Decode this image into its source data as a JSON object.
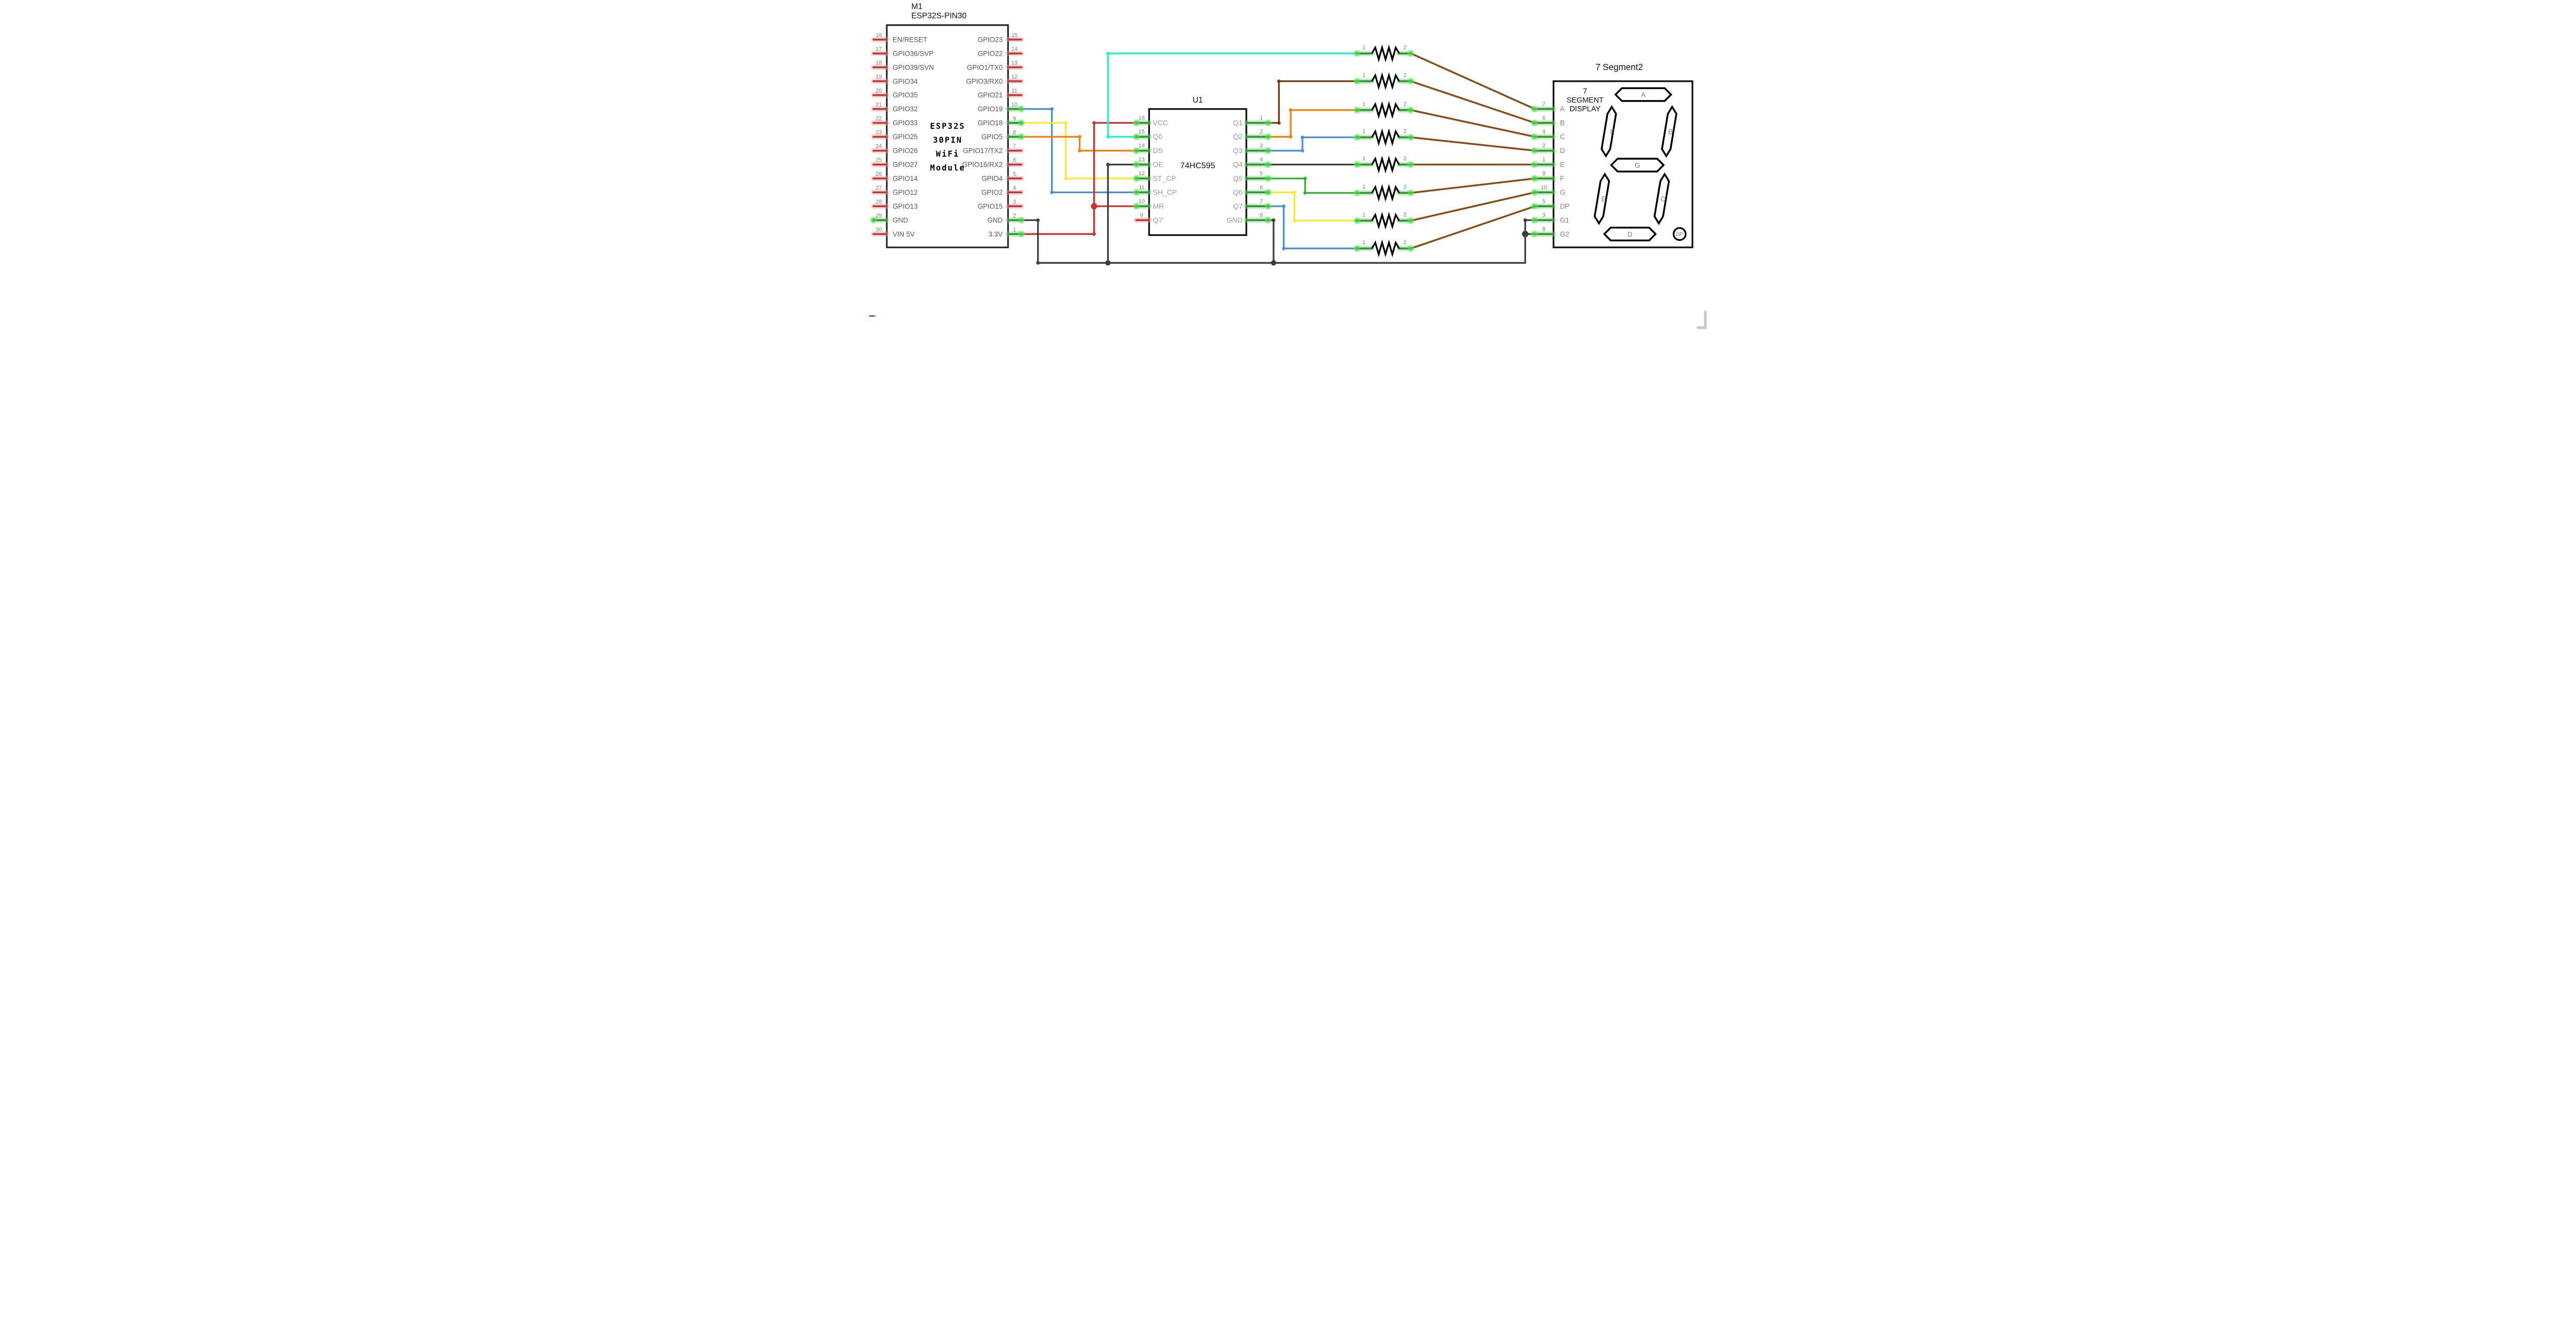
{
  "esp32": {
    "ref": "M1",
    "part": "ESP32S-PIN30",
    "center_lines": [
      "ESP32S",
      "30PIN",
      "WiFi",
      "Module"
    ],
    "left_pins": [
      {
        "num": "16",
        "label": "EN/RESET",
        "conn": false
      },
      {
        "num": "17",
        "label": "GPIO36/SVP",
        "conn": false
      },
      {
        "num": "18",
        "label": "GPIO39/SVN",
        "conn": false
      },
      {
        "num": "19",
        "label": "GPIO34",
        "conn": false
      },
      {
        "num": "20",
        "label": "GPIO35",
        "conn": false
      },
      {
        "num": "21",
        "label": "GPIO32",
        "conn": false
      },
      {
        "num": "22",
        "label": "GPIO33",
        "conn": false
      },
      {
        "num": "23",
        "label": "GPIO25",
        "conn": false
      },
      {
        "num": "24",
        "label": "GPIO26",
        "conn": false
      },
      {
        "num": "25",
        "label": "GPIO27",
        "conn": false
      },
      {
        "num": "26",
        "label": "GPIO14",
        "conn": false
      },
      {
        "num": "27",
        "label": "GPIO12",
        "conn": false
      },
      {
        "num": "28",
        "label": "GPIO13",
        "conn": false
      },
      {
        "num": "29",
        "label": "GND",
        "conn": true
      },
      {
        "num": "30",
        "label": "VIN 5V",
        "conn": false
      }
    ],
    "right_pins": [
      {
        "num": "15",
        "label": "GPIO23",
        "conn": false
      },
      {
        "num": "14",
        "label": "GPIO22",
        "conn": false
      },
      {
        "num": "13",
        "label": "GPIO1/TX0",
        "conn": false
      },
      {
        "num": "12",
        "label": "GPIO3/RX0",
        "conn": false
      },
      {
        "num": "11",
        "label": "GPIO21",
        "conn": false
      },
      {
        "num": "10",
        "label": "GPIO19",
        "conn": true
      },
      {
        "num": "9",
        "label": "GPIO18",
        "conn": true
      },
      {
        "num": "8",
        "label": "GPIO5",
        "conn": true
      },
      {
        "num": "7",
        "label": "GPIO17/TX2",
        "conn": false
      },
      {
        "num": "6",
        "label": "GPIO16/RX2",
        "conn": false
      },
      {
        "num": "5",
        "label": "GPIO4",
        "conn": false
      },
      {
        "num": "4",
        "label": "GPIO2",
        "conn": false
      },
      {
        "num": "3",
        "label": "GPIO15",
        "conn": false
      },
      {
        "num": "2",
        "label": "GND",
        "conn": true
      },
      {
        "num": "1",
        "label": "3.3V",
        "conn": true
      }
    ]
  },
  "u1": {
    "ref": "U1",
    "part": "74HC595",
    "left_pins": [
      {
        "num": "16",
        "label": "VCC",
        "conn": true
      },
      {
        "num": "15",
        "label": "Q0",
        "conn": true
      },
      {
        "num": "14",
        "label": "DS",
        "conn": true
      },
      {
        "num": "13",
        "label": "OE",
        "conn": true
      },
      {
        "num": "12",
        "label": "ST_CP",
        "conn": true
      },
      {
        "num": "11",
        "label": "SH_CP",
        "conn": true
      },
      {
        "num": "10",
        "label": "MR",
        "conn": true
      },
      {
        "num": "9",
        "label": "Q7'",
        "conn": false
      }
    ],
    "right_pins": [
      {
        "num": "1",
        "label": "Q1",
        "conn": true
      },
      {
        "num": "2",
        "label": "Q2",
        "conn": true
      },
      {
        "num": "3",
        "label": "Q3",
        "conn": true
      },
      {
        "num": "4",
        "label": "Q4",
        "conn": true
      },
      {
        "num": "5",
        "label": "Q5",
        "conn": true
      },
      {
        "num": "6",
        "label": "Q6",
        "conn": true
      },
      {
        "num": "7",
        "label": "Q7",
        "conn": true
      },
      {
        "num": "8",
        "label": "GND",
        "conn": true
      }
    ]
  },
  "resistors": {
    "count": 8,
    "terminal_labels": [
      "1",
      "2"
    ]
  },
  "display": {
    "ref": "7 Segment2",
    "inner_lines": [
      "7",
      "SEGMENT",
      "DISPLAY"
    ],
    "pins": [
      {
        "num": "7",
        "label": "A"
      },
      {
        "num": "6",
        "label": "B"
      },
      {
        "num": "4",
        "label": "C"
      },
      {
        "num": "2",
        "label": "D"
      },
      {
        "num": "1",
        "label": "E"
      },
      {
        "num": "9",
        "label": "F"
      },
      {
        "num": "10",
        "label": "G"
      },
      {
        "num": "5",
        "label": "DP"
      },
      {
        "num": "3",
        "label": "G1"
      },
      {
        "num": "8",
        "label": "G2"
      }
    ],
    "segment_letters": [
      "A",
      "B",
      "C",
      "D",
      "E",
      "F",
      "G"
    ],
    "dp_label": "DP"
  },
  "nets": [
    {
      "id": "gpio19_shcp",
      "desc": "GPIO19 to SH_CP",
      "color": "#4a90d9"
    },
    {
      "id": "gpio18_stcp",
      "desc": "GPIO18 to ST_CP",
      "color": "#ffe930"
    },
    {
      "id": "gpio5_ds",
      "desc": "GPIO5 to DS",
      "color": "#f5820d"
    },
    {
      "id": "v33_vcc",
      "desc": "3.3V to VCC",
      "color": "#cf2f2f"
    },
    {
      "id": "v33_mr",
      "desc": "3.3V to MR",
      "color": "#cf2f2f"
    },
    {
      "id": "gnd_esp",
      "desc": "GND bus",
      "color": "#3d3d3d"
    },
    {
      "id": "gnd_oe",
      "desc": "OE to GND bus",
      "color": "#3d3d3d"
    },
    {
      "id": "gnd_u1",
      "desc": "U1 GND to bus",
      "color": "#3d3d3d"
    },
    {
      "id": "gnd_riser",
      "desc": "bus to G1",
      "color": "#3d3d3d"
    },
    {
      "id": "gnd_g2",
      "desc": "bus to G2",
      "color": "#3d3d3d"
    },
    {
      "id": "q0_r1",
      "desc": "Q0 to R1",
      "color": "#26f0cd"
    },
    {
      "id": "q1_r2",
      "desc": "Q1 to R2",
      "color": "#7d3a0e"
    },
    {
      "id": "q2_r3",
      "desc": "Q2 to R3",
      "color": "#f5820d"
    },
    {
      "id": "q3_r4",
      "desc": "Q3 to R4",
      "color": "#4a90d9"
    },
    {
      "id": "q4_r5",
      "desc": "Q4 to R5",
      "color": "#3d3d3d"
    },
    {
      "id": "q5_r6",
      "desc": "Q5 to R6",
      "color": "#2eb42e"
    },
    {
      "id": "q6_r7",
      "desc": "Q6 to R7",
      "color": "#ffe930"
    },
    {
      "id": "q7_r8",
      "desc": "Q7 to R8",
      "color": "#4a90d9"
    }
  ],
  "colors": {
    "diagonal_brown": "#8a4a12",
    "pin_conn_core": "#3a8f3a",
    "pin_conn_glow": "#62e062",
    "pin_conn_dot": "#35d435",
    "pin_nc_core": "#bc3c3c",
    "pin_nc_glow": "#ff9e9e",
    "junction_red": "#cf2f2f",
    "junction_gray": "#3d3d3d",
    "scrollbar": "#c9c9c9",
    "edge_mark_red": "#d03030"
  }
}
